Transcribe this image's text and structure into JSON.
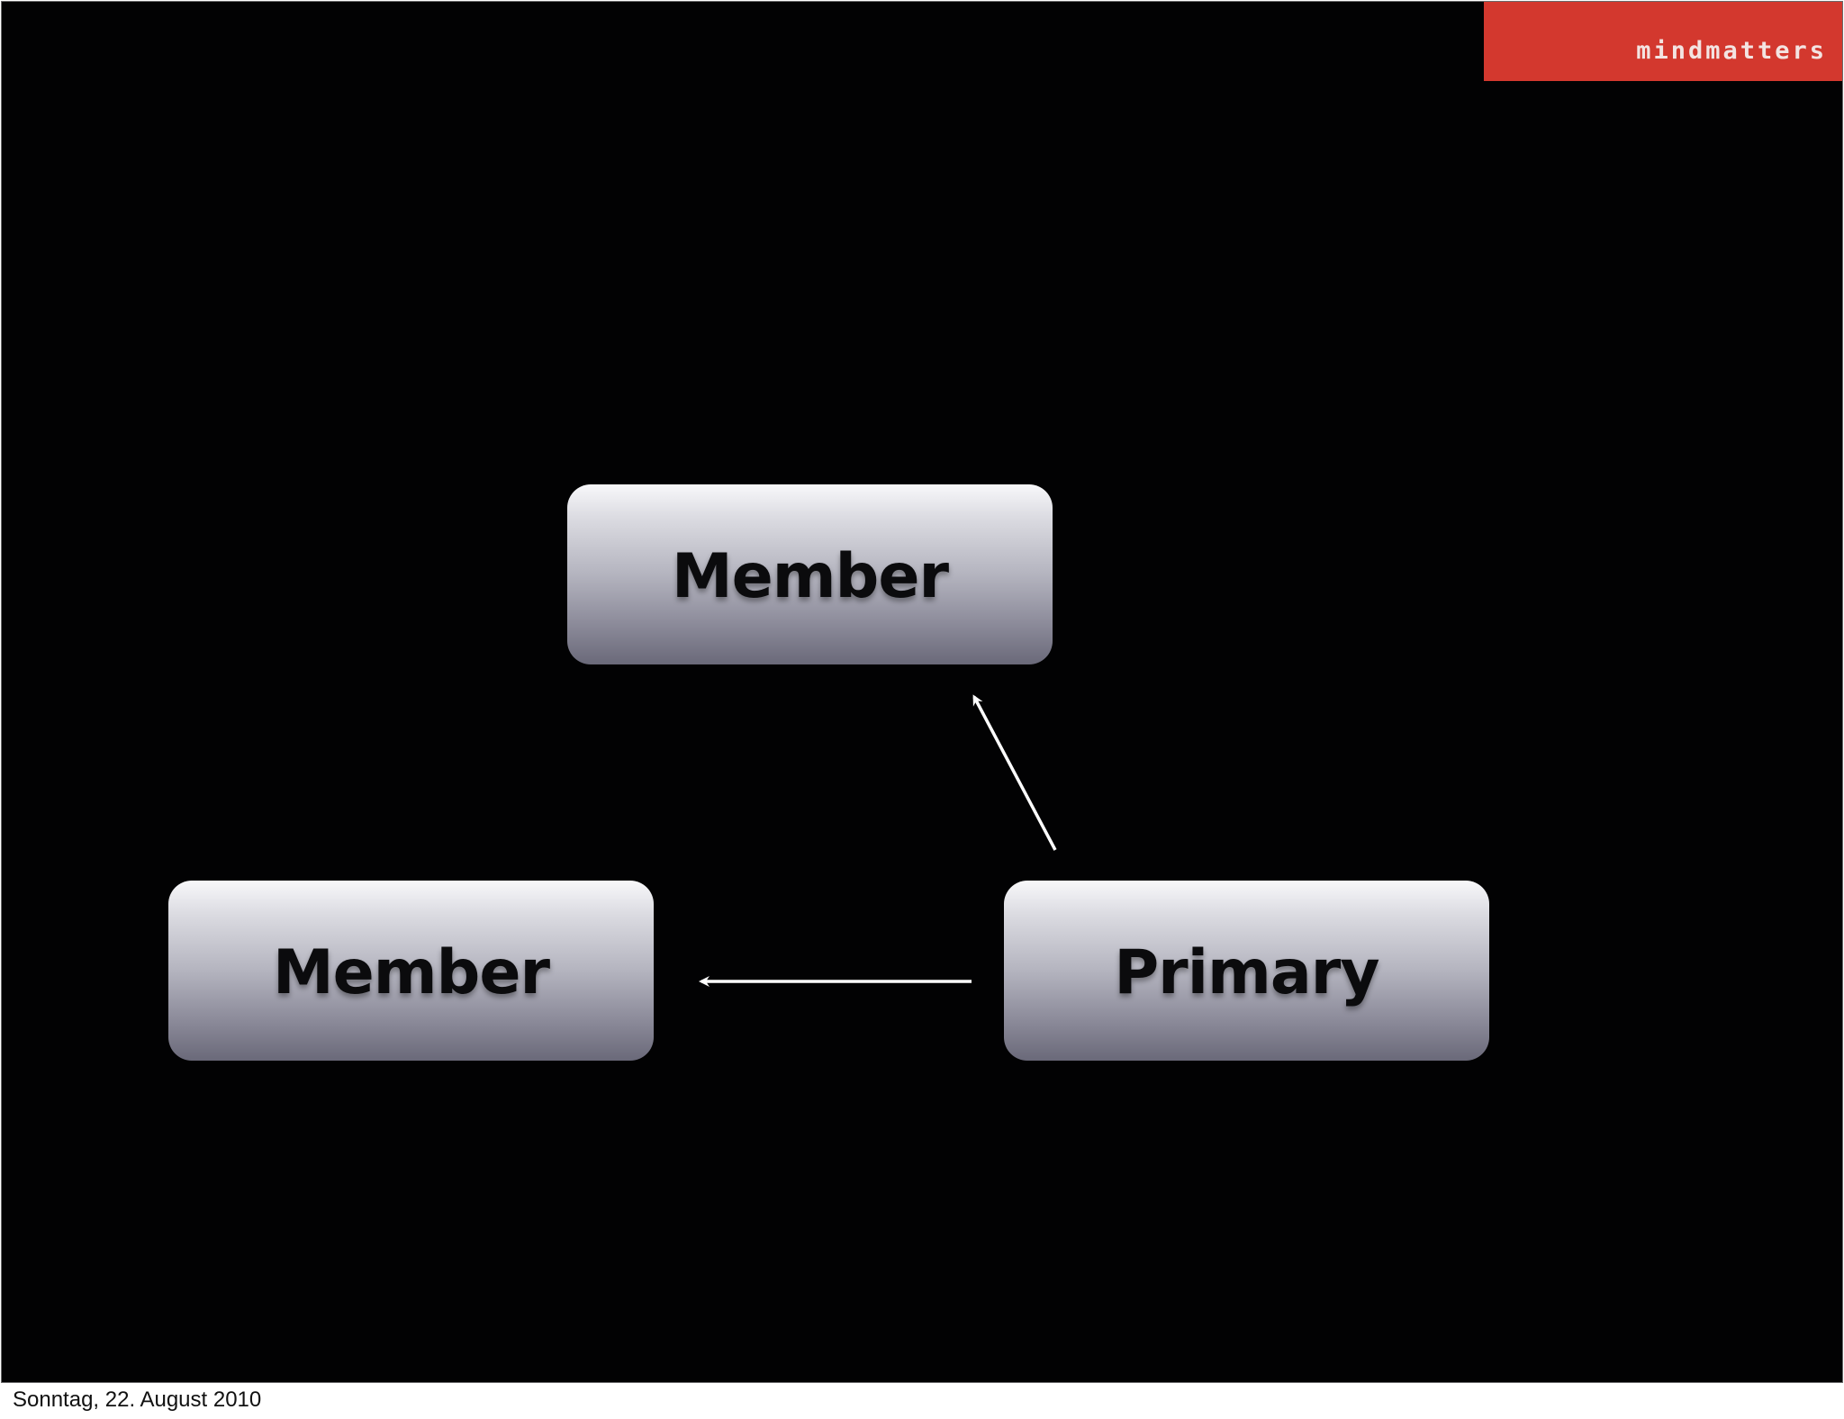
{
  "brand": {
    "name": "mindmatters",
    "color": "#d3382e"
  },
  "diagram": {
    "nodes": [
      {
        "id": "top",
        "label": "Member"
      },
      {
        "id": "left",
        "label": "Member"
      },
      {
        "id": "right",
        "label": "Primary"
      }
    ],
    "edges": [
      {
        "from": "right",
        "to": "top"
      },
      {
        "from": "right",
        "to": "left"
      }
    ]
  },
  "footer": {
    "date": "Sonntag, 22. August 2010"
  }
}
